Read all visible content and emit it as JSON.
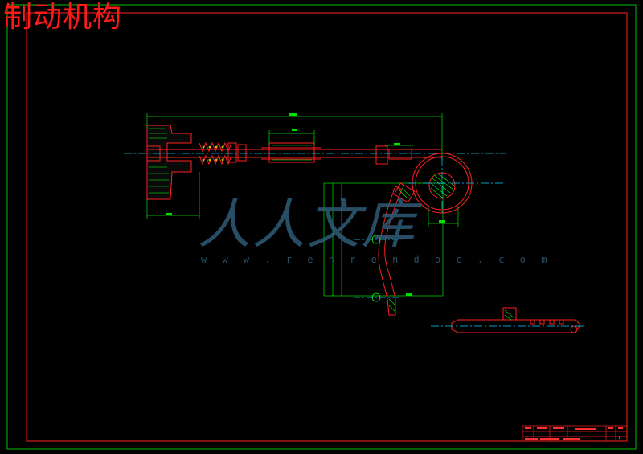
{
  "title": "制动机构",
  "watermark": {
    "chinese": "人人文库",
    "url": "w w w . r e n r e n d o c . c o m"
  },
  "colors": {
    "background": "#000000",
    "frame": "#ff2020",
    "outer_frame": "#00c000",
    "geometry": "#ff2020",
    "dimension": "#00e000",
    "centerline": "#00d0ff",
    "hatch": "#00ff00",
    "highlight": "#ff3030",
    "watermark": "#2d5870"
  }
}
